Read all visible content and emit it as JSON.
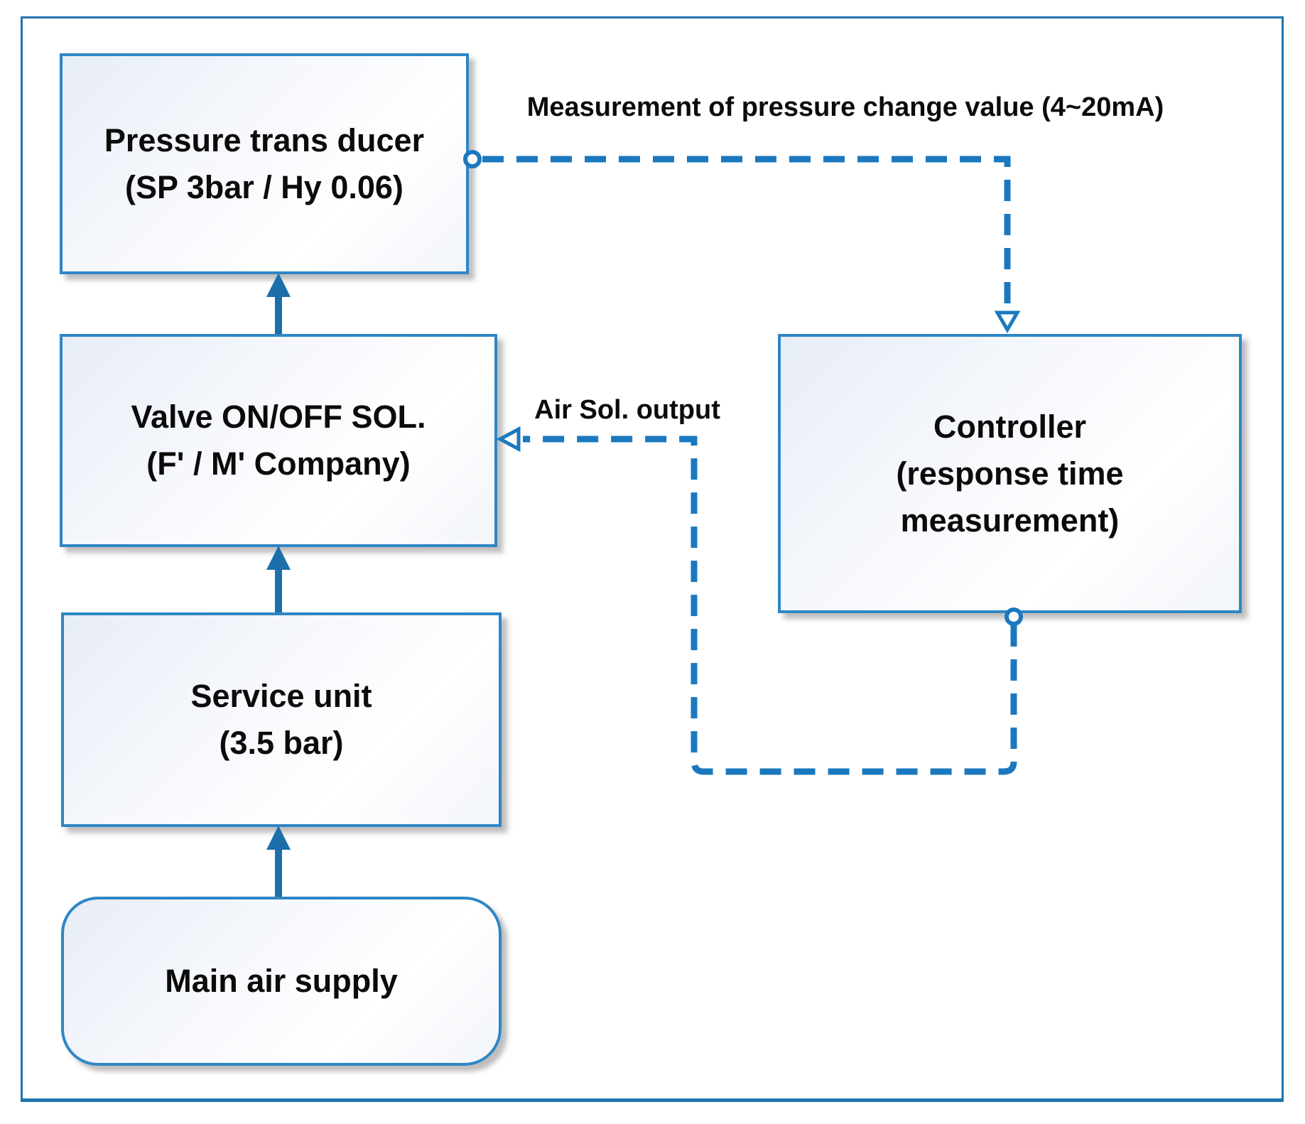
{
  "diagram": {
    "nodes": {
      "pressure_transducer": {
        "line1": "Pressure trans ducer",
        "line2": "(SP 3bar / Hy 0.06)"
      },
      "valve": {
        "line1": "Valve ON/OFF SOL.",
        "line2": "(F' / M' Company)"
      },
      "service_unit": {
        "line1": "Service unit",
        "line2": "(3.5 bar)"
      },
      "main_air_supply": {
        "line1": "Main air supply"
      },
      "controller": {
        "line1": "Controller",
        "line2": "(response time",
        "line3": "measurement)"
      }
    },
    "edge_labels": {
      "pressure_to_controller": "Measurement of pressure change value (4~20mA)",
      "controller_to_valve": "Air Sol. output"
    },
    "colors": {
      "dashed_line": "#1B78BE",
      "solid_arrow": "#1C6FA9",
      "box_border": "#2E86C5",
      "page_border": "#2273AE",
      "box_fill_light": "#E9EEF6",
      "text": "#0B0B0B"
    }
  }
}
